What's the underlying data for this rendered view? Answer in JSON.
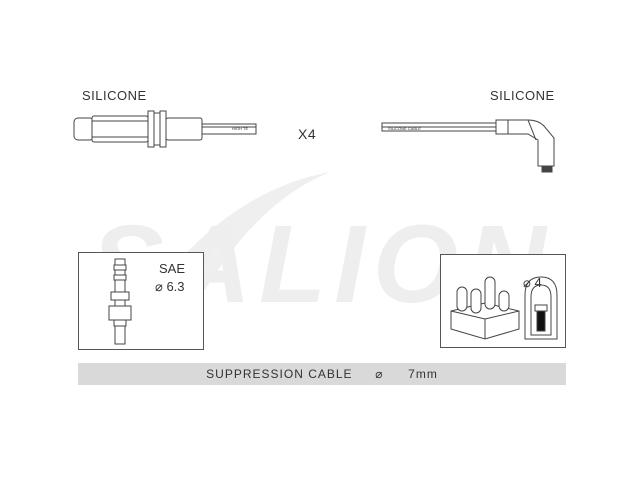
{
  "watermark": {
    "text": "SALION",
    "color": "#ececec"
  },
  "cable_left": {
    "label": "SILICONE",
    "print_text": "HIGH TE"
  },
  "cable_right": {
    "label": "SILICONE",
    "print_text": "SILICONE CABLE"
  },
  "quantity": {
    "text": "X4"
  },
  "spark_plug_box": {
    "type_label": "SAE",
    "size_label": "⌀ 6.3"
  },
  "distributor_box": {
    "size_label": "⌀ 4"
  },
  "footer": {
    "cable_type": "SUPPRESSION CABLE",
    "diameter_symbol": "⌀",
    "diameter": "7mm"
  },
  "colors": {
    "line": "#444444",
    "bar": "#d9d9d9",
    "watermark": "#ececec"
  }
}
